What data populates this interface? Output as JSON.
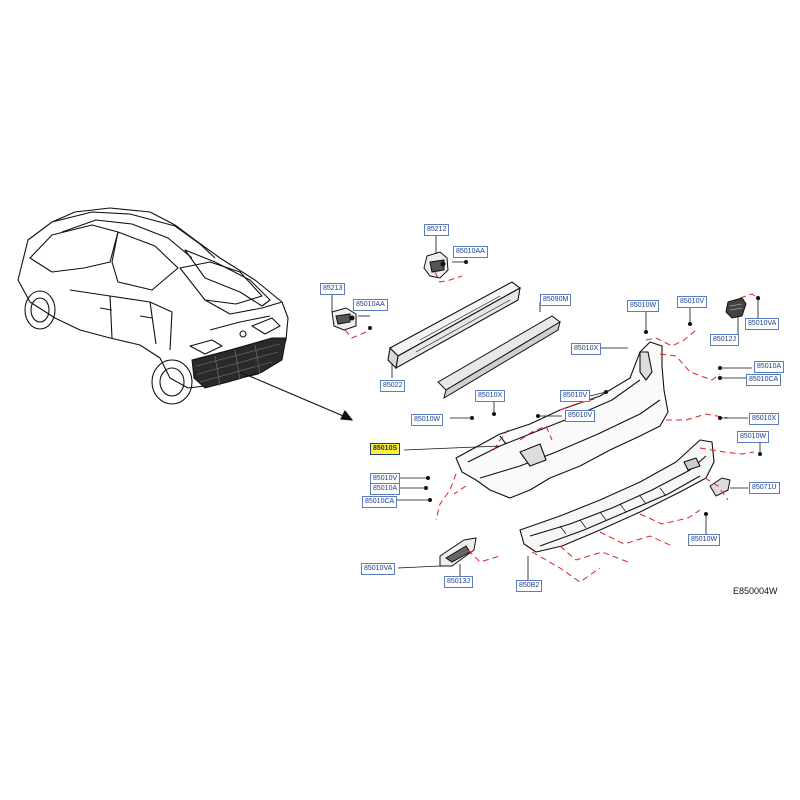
{
  "diagram_code": "E850004W",
  "highlight_color": "#ffef3a",
  "leader_color": "#111111",
  "dashed_color": "#e02020",
  "label_color": "#1b3f8c",
  "labels": [
    {
      "id": "85212",
      "text": "85212"
    },
    {
      "id": "85010AA-top",
      "text": "85010AA"
    },
    {
      "id": "85213",
      "text": "85213"
    },
    {
      "id": "85010AA-left",
      "text": "85010AA"
    },
    {
      "id": "85090M",
      "text": "85090M"
    },
    {
      "id": "85022",
      "text": "85022"
    },
    {
      "id": "85010W-a",
      "text": "85010W"
    },
    {
      "id": "85010V-a",
      "text": "85010V"
    },
    {
      "id": "85010VA-a",
      "text": "85010VA"
    },
    {
      "id": "85012J",
      "text": "85012J"
    },
    {
      "id": "85010X-a",
      "text": "85010X"
    },
    {
      "id": "85010A-a",
      "text": "85010A"
    },
    {
      "id": "85010CA-a",
      "text": "85010CA"
    },
    {
      "id": "85010X-b",
      "text": "85010X"
    },
    {
      "id": "85010V-b",
      "text": "85010V"
    },
    {
      "id": "85010W-b",
      "text": "85010W"
    },
    {
      "id": "85010V-c",
      "text": "85010V"
    },
    {
      "id": "85010X-c",
      "text": "85010X"
    },
    {
      "id": "85010W-c",
      "text": "85010W"
    },
    {
      "id": "85010S",
      "text": "85010S"
    },
    {
      "id": "85010V-d",
      "text": "85010V"
    },
    {
      "id": "85010A-b",
      "text": "85010A"
    },
    {
      "id": "85010CA-b",
      "text": "85010CA"
    },
    {
      "id": "85071U",
      "text": "85071U"
    },
    {
      "id": "85010W-d",
      "text": "85010W"
    },
    {
      "id": "85010VA-b",
      "text": "85010VA"
    },
    {
      "id": "85013J",
      "text": "85013J"
    },
    {
      "id": "850B2",
      "text": "850B2"
    }
  ]
}
